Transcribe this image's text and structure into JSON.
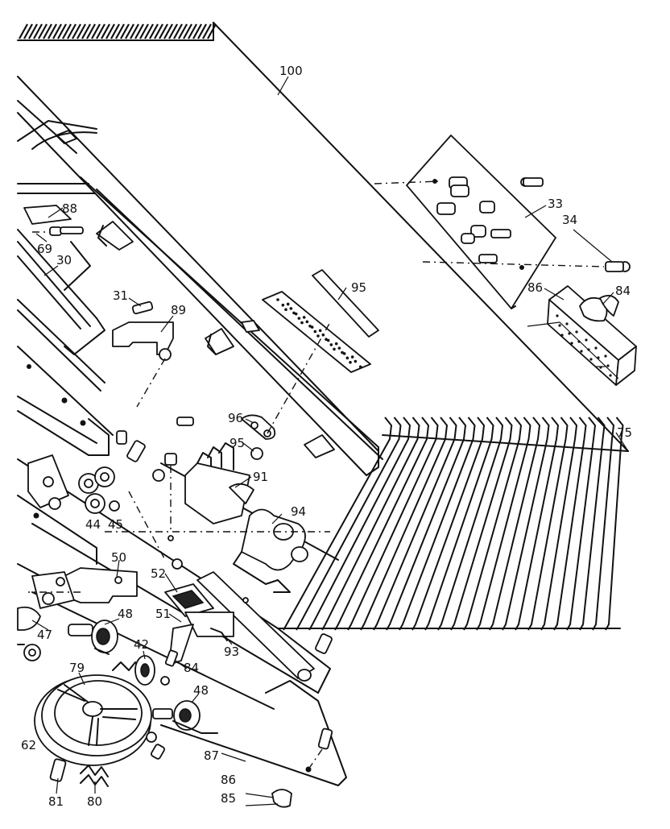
{
  "callouts": [
    {
      "id": "c100",
      "text": "100"
    },
    {
      "id": "c33",
      "text": "33"
    },
    {
      "id": "c34",
      "text": "34"
    },
    {
      "id": "c86a",
      "text": "86"
    },
    {
      "id": "c84a",
      "text": "84"
    },
    {
      "id": "c75",
      "text": "75"
    },
    {
      "id": "c88",
      "text": "88"
    },
    {
      "id": "c69",
      "text": "69"
    },
    {
      "id": "c30",
      "text": "30"
    },
    {
      "id": "c31",
      "text": "31"
    },
    {
      "id": "c89",
      "text": "89"
    },
    {
      "id": "c95a",
      "text": "95"
    },
    {
      "id": "c96",
      "text": "96"
    },
    {
      "id": "c95b",
      "text": "95"
    },
    {
      "id": "c91",
      "text": "91"
    },
    {
      "id": "c94",
      "text": "94"
    },
    {
      "id": "c44",
      "text": "44"
    },
    {
      "id": "c45",
      "text": "45"
    },
    {
      "id": "c50",
      "text": "50"
    },
    {
      "id": "c52",
      "text": "52"
    },
    {
      "id": "c48a",
      "text": "48"
    },
    {
      "id": "c47",
      "text": "47"
    },
    {
      "id": "c51",
      "text": "51"
    },
    {
      "id": "c93",
      "text": "93"
    },
    {
      "id": "c42",
      "text": "42"
    },
    {
      "id": "c84b",
      "text": "84"
    },
    {
      "id": "c79",
      "text": "79"
    },
    {
      "id": "c48b",
      "text": "48"
    },
    {
      "id": "c62",
      "text": "62"
    },
    {
      "id": "c87",
      "text": "87"
    },
    {
      "id": "c81",
      "text": "81"
    },
    {
      "id": "c80",
      "text": "80"
    },
    {
      "id": "c86b",
      "text": "86"
    },
    {
      "id": "c85",
      "text": "85"
    }
  ]
}
